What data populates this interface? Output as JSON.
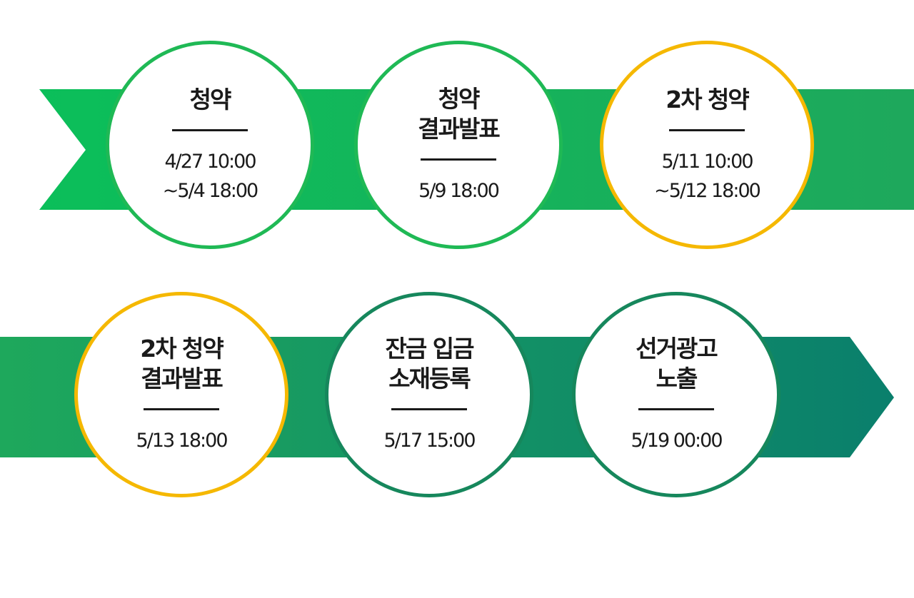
{
  "rows": [
    {
      "steps": [
        {
          "title": "청약",
          "date": "4/27 10:00\n~5/4 18:00"
        },
        {
          "title": "청약\n결과발표",
          "date": "5/9 18:00"
        },
        {
          "title": "2차 청약",
          "date": "5/11 10:00\n~5/12 18:00"
        }
      ]
    },
    {
      "steps": [
        {
          "title": "2차 청약\n결과발표",
          "date": "5/13 18:00"
        },
        {
          "title": "잔금 입금\n소재등록",
          "date": "5/17 15:00"
        },
        {
          "title": "선거광고\n노출",
          "date": "5/19 00:00"
        }
      ]
    }
  ],
  "colors": {
    "ribbon_light": "#0bbf5a",
    "ribbon_mid": "#1ea85c",
    "ribbon_dark": "#0a7f6c",
    "ring_green": "#1fb955",
    "ring_gold": "#f5b800",
    "ring_teal": "#16875c"
  }
}
